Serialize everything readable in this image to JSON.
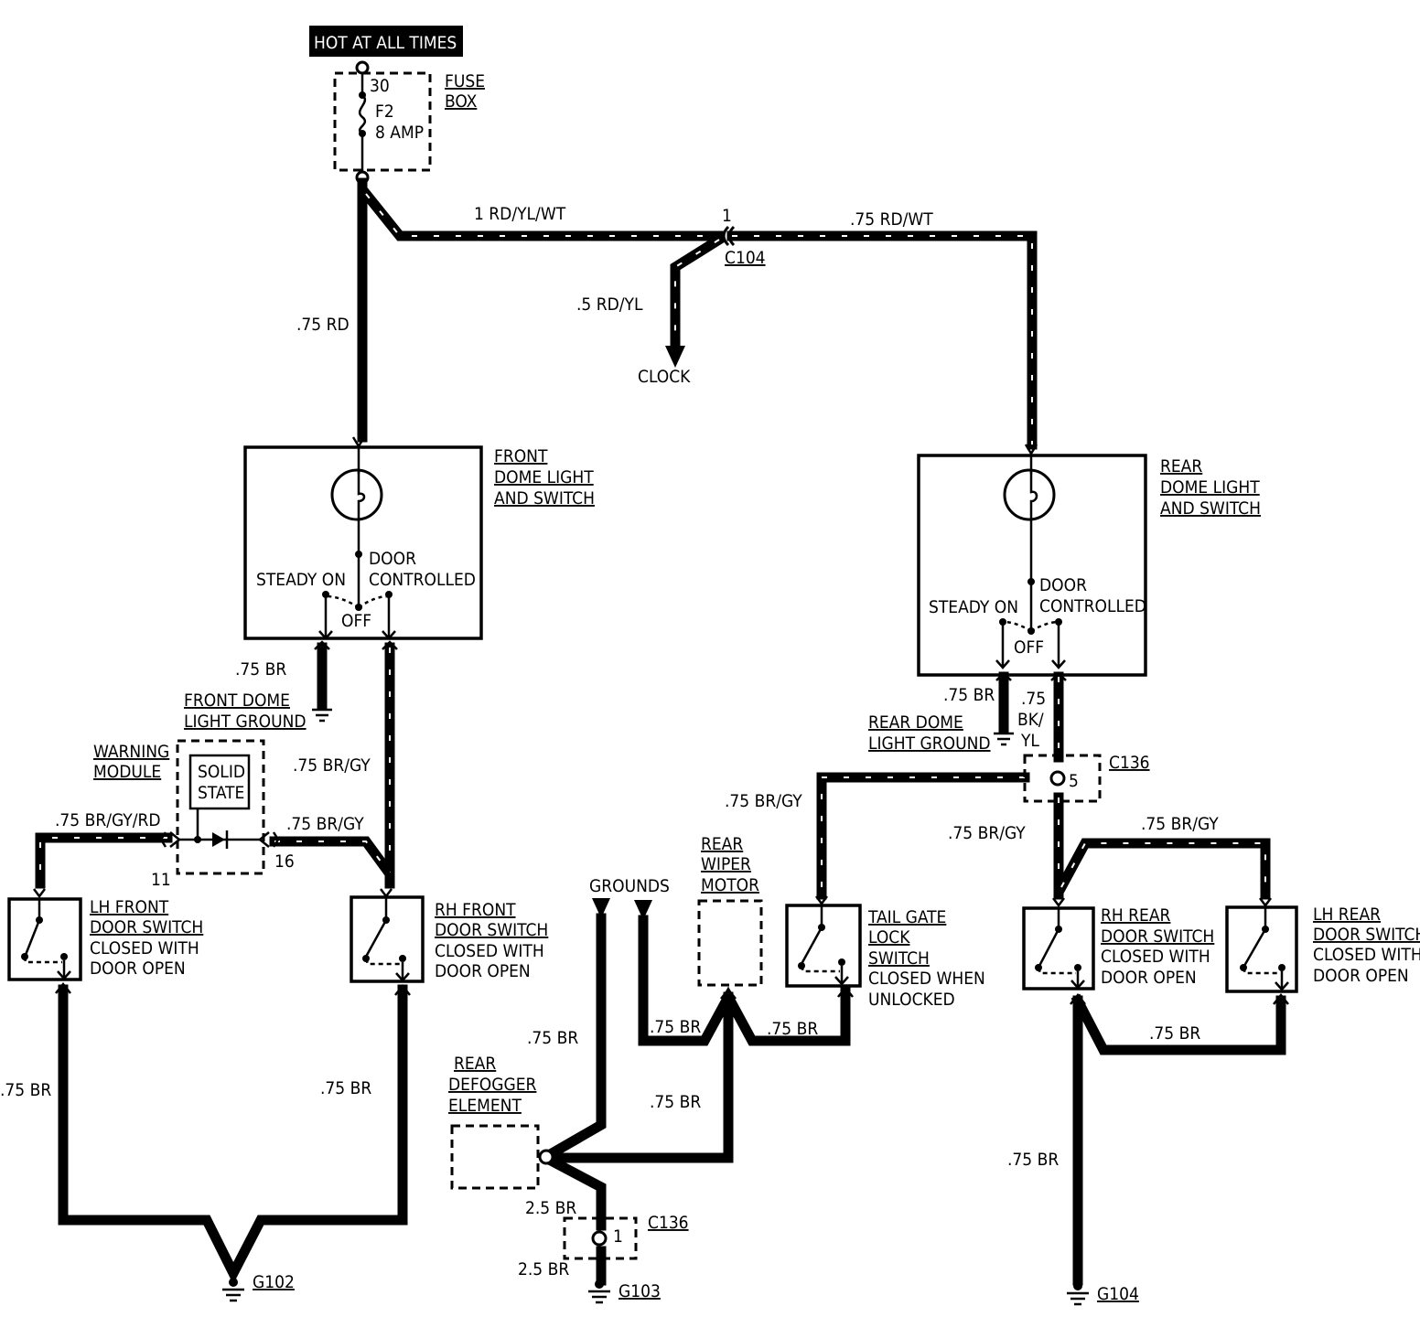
{
  "supply": {
    "label": "HOT AT ALL TIMES"
  },
  "fuse_box": {
    "title_1": "FUSE",
    "title_2": "BOX",
    "terminal": "30",
    "fuse_name": "F2",
    "fuse_rating": "8 AMP"
  },
  "wires": {
    "rd_yl_wt": "1 RD/YL/WT",
    "rd_wt": ".75 RD/WT",
    "rd": ".75 RD",
    "rd_yl": ".5 RD/YL",
    "front_br": ".75 BR",
    "front_br_gy_main": ".75 BR/GY",
    "front_br_gy_side": ".75 BR/GY",
    "br_gy_rd": ".75 BR/GY/RD",
    "rear_dome_br": ".75 BR",
    "bk_yl_1": ".75",
    "bk_yl_2": "BK/",
    "bk_yl_3": "YL",
    "tail_br_gy": ".75 BR/GY",
    "rh_rear_br_gy": ".75 BR/GY",
    "lh_rear_br_gy": ".75 BR/GY",
    "lh_front_br": ".75 BR",
    "rh_front_br": ".75 BR",
    "grounds_br": ".75 BR",
    "wiper_br": ".75 BR",
    "tailgate_br": ".75 BR",
    "mid_br": ".75 BR",
    "defog_br_1": "2.5 BR",
    "defog_br_2": "2.5 BR",
    "rear_door_br": ".75 BR",
    "g104_br": ".75 BR"
  },
  "connectors": {
    "c104": "C104",
    "c104_pin": "1",
    "c136_top": "C136",
    "c136_top_pin": "5",
    "c136_bottom": "C136",
    "c136_bottom_pin": "1",
    "module_pin_left": "11",
    "module_pin_right": "16"
  },
  "clock": {
    "label": "CLOCK"
  },
  "front_dome": {
    "title_1": "FRONT",
    "title_2": "DOME LIGHT",
    "title_3": "AND SWITCH",
    "steady_on": "STEADY ON",
    "door": "DOOR",
    "controlled": "CONTROLLED",
    "off": "OFF"
  },
  "rear_dome": {
    "title_1": "REAR",
    "title_2": "DOME LIGHT",
    "title_3": "AND SWITCH",
    "steady_on": "STEADY ON",
    "door": "DOOR",
    "controlled": "CONTROLLED",
    "off": "OFF"
  },
  "front_dome_ground": {
    "line_1": "FRONT DOME",
    "line_2": "LIGHT GROUND"
  },
  "rear_dome_ground": {
    "line_1": "REAR DOME",
    "line_2": "LIGHT GROUND"
  },
  "warning_module": {
    "line_1": "WARNING",
    "line_2": "MODULE",
    "inner_1": "SOLID",
    "inner_2": "STATE"
  },
  "lh_front_switch": {
    "line_1": "LH FRONT",
    "line_2": "DOOR SWITCH",
    "line_3": "CLOSED WITH",
    "line_4": "DOOR OPEN"
  },
  "rh_front_switch": {
    "line_1": "RH FRONT",
    "line_2": "DOOR SWITCH",
    "line_3": "CLOSED WITH",
    "line_4": "DOOR OPEN"
  },
  "rh_rear_switch": {
    "line_1": "RH REAR",
    "line_2": "DOOR SWITCH",
    "line_3": "CLOSED WITH",
    "line_4": "DOOR OPEN"
  },
  "lh_rear_switch": {
    "line_1": "LH REAR",
    "line_2": "DOOR SWITCH",
    "line_3": "CLOSED WITH",
    "line_4": "DOOR OPEN"
  },
  "tailgate_switch": {
    "line_1": "TAIL GATE",
    "line_2": "LOCK",
    "line_3": "SWITCH",
    "line_4": "CLOSED WHEN",
    "line_5": "UNLOCKED"
  },
  "rear_wiper_motor": {
    "line_1": "REAR",
    "line_2": "WIPER",
    "line_3": "MOTOR"
  },
  "grounds": {
    "label": "GROUNDS"
  },
  "rear_defogger": {
    "line_1": "REAR",
    "line_2": "DEFOGGER",
    "line_3": "ELEMENT"
  },
  "ground_points": {
    "g102": "G102",
    "g103": "G103",
    "g104": "G104"
  }
}
